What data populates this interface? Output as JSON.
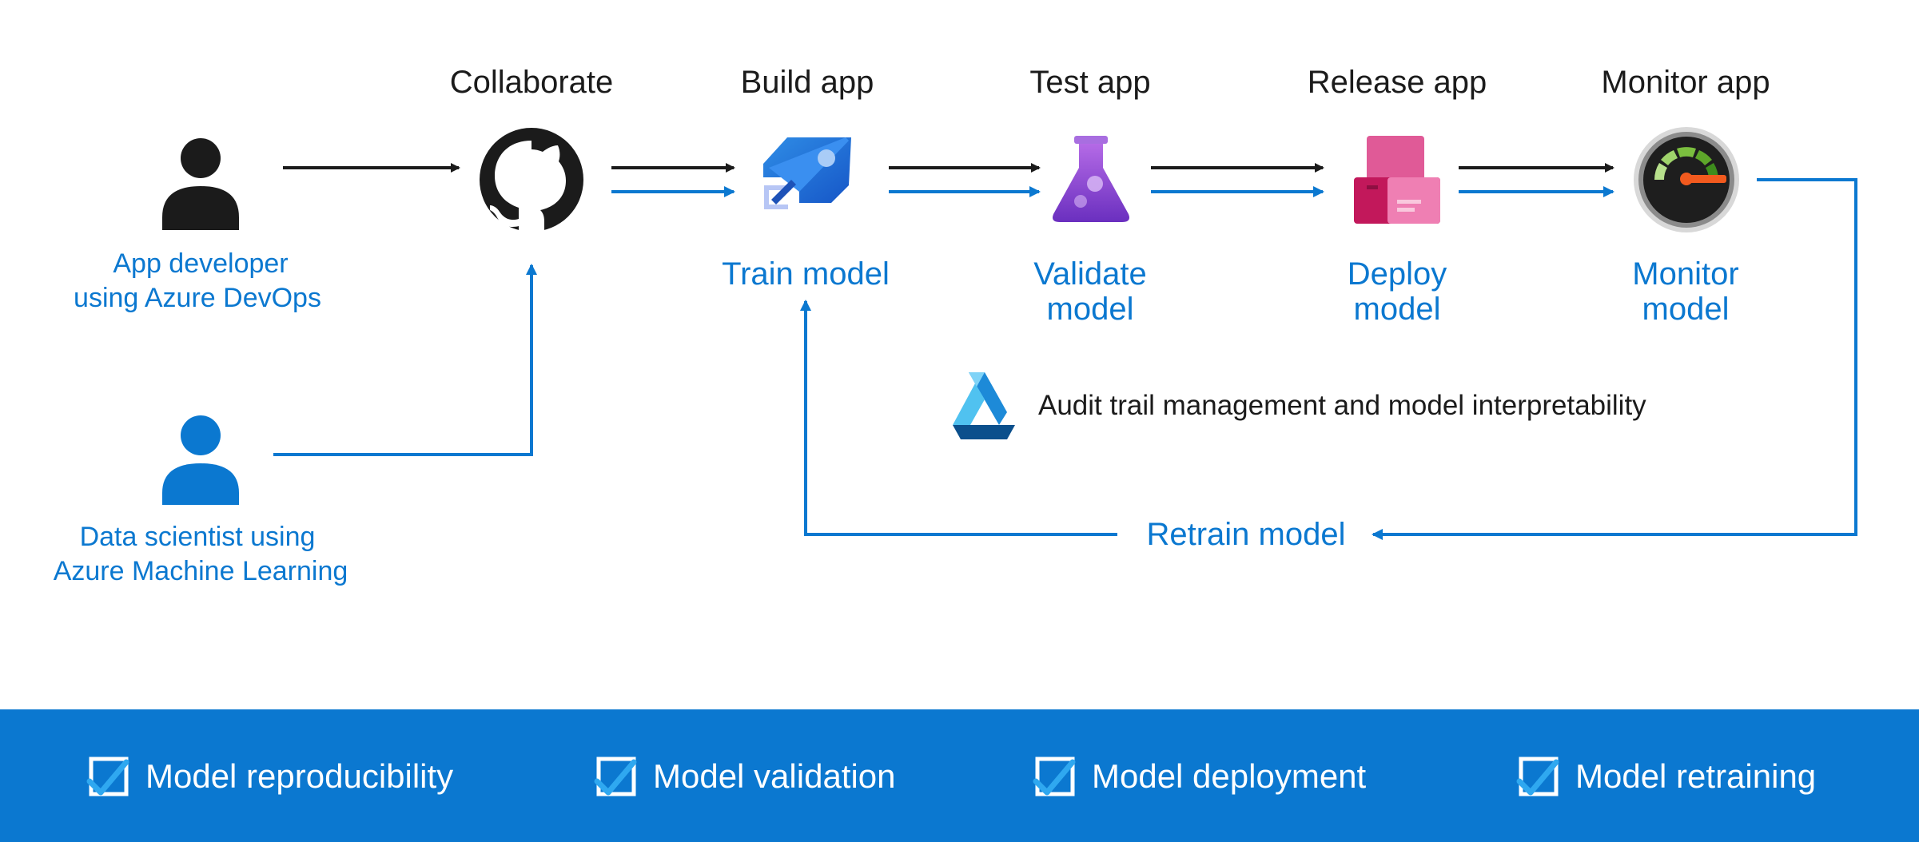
{
  "stages": [
    {
      "title": "Collaborate",
      "model_label": ""
    },
    {
      "title": "Build app",
      "model_label": "Train model"
    },
    {
      "title": "Test app",
      "model_label": "Validate model"
    },
    {
      "title": "Release app",
      "model_label": "Deploy model"
    },
    {
      "title": "Monitor app",
      "model_label": "Monitor model"
    }
  ],
  "actors": {
    "developer": {
      "line1": "App developer",
      "line2": "using Azure DevOps"
    },
    "scientist": {
      "line1": "Data scientist using",
      "line2": "Azure Machine Learning"
    }
  },
  "labels": {
    "train": "Train model",
    "validate_1": "Validate",
    "validate_2": "model",
    "deploy_1": "Deploy",
    "deploy_2": "model",
    "monitor_1": "Monitor",
    "monitor_2": "model",
    "retrain": "Retrain model",
    "audit": "Audit trail management and model interpretability"
  },
  "icons": [
    "person-icon",
    "github-icon",
    "azure-pipelines-icon",
    "test-flask-icon",
    "release-boxes-icon",
    "monitor-gauge-icon",
    "azure-ml-icon",
    "checkbox-icon"
  ],
  "features": [
    "Model reproducibility",
    "Model validation",
    "Model deployment",
    "Model retraining"
  ],
  "colors": {
    "accent_blue": "#0b78d0",
    "text_dark": "#1b1b1b",
    "footer_bg": "#0b78d0"
  }
}
